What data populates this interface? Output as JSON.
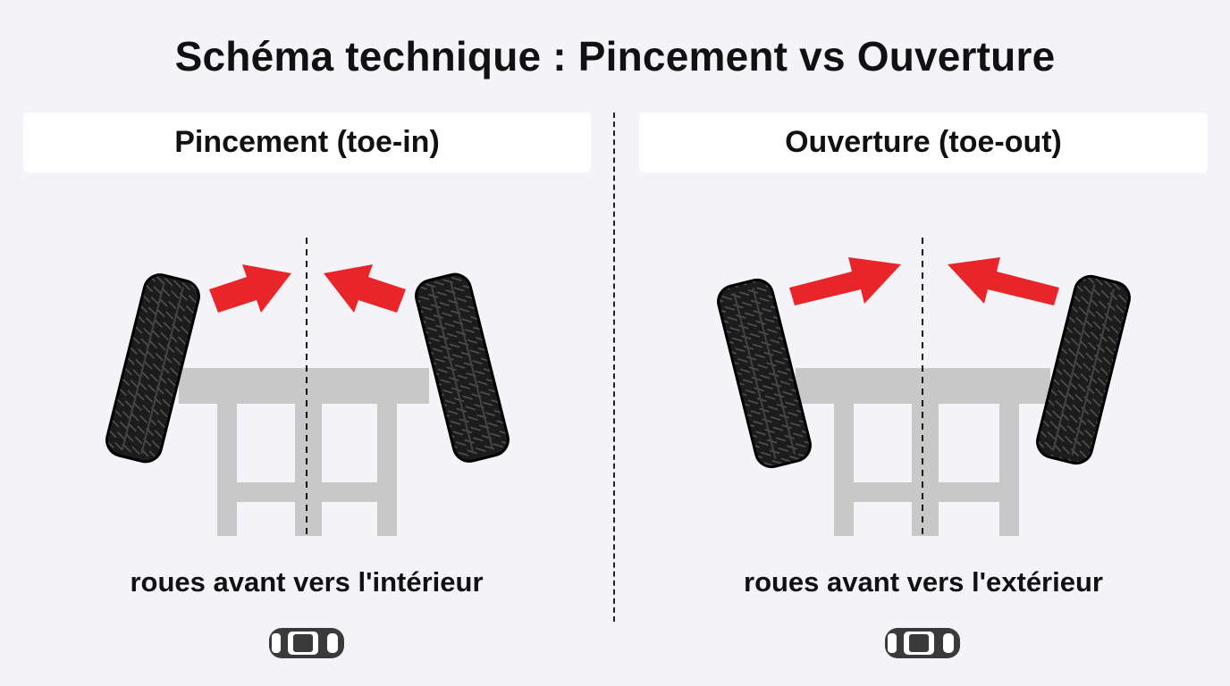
{
  "title": "Schéma technique : Pincement vs Ouverture",
  "panels": [
    {
      "heading": "Pincement (toe-in)",
      "caption": "roues avant vers l'intérieur",
      "arrow_direction": "inward"
    },
    {
      "heading": "Ouverture (toe-out)",
      "caption": "roues avant vers l'extérieur",
      "arrow_direction": "outward"
    }
  ],
  "colors": {
    "arrow": "#e8262a",
    "tire": "#1c1c1c",
    "chassis": "#c8c8c8",
    "background": "#f3f3f8"
  },
  "icons": [
    "car-top-view-icon",
    "tire-icon",
    "arrow-icon"
  ]
}
